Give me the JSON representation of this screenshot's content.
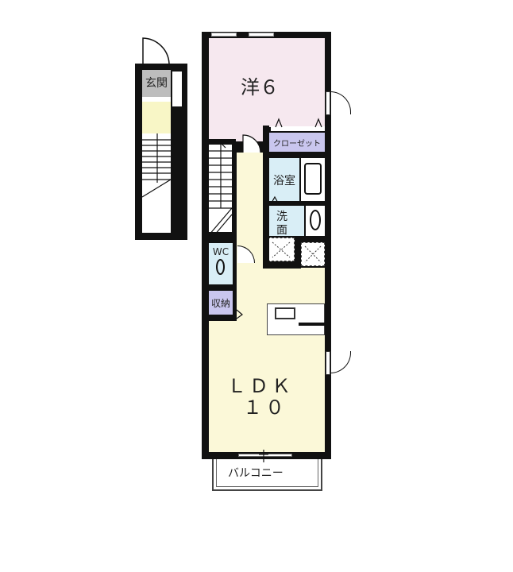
{
  "colors": {
    "wall": "#111111",
    "western_room": "#f6e8ef",
    "ldk": "#fbf8d8",
    "wet_area": "#d9eef6",
    "closet": "#c9c6ee",
    "entrance": "#bdbdbd",
    "hall": "#f8f6c6",
    "white": "#ffffff"
  },
  "rooms": {
    "western": {
      "label": "洋６"
    },
    "closet": {
      "label": "クローゼット"
    },
    "bath": {
      "label": "浴室"
    },
    "washroom": {
      "label_line1": "洗",
      "label_line2": "面"
    },
    "wc": {
      "label": "WC"
    },
    "storage": {
      "label": "収納"
    },
    "ldk": {
      "label_line1": "ＬＤＫ",
      "label_line2": "１０"
    },
    "balcony": {
      "label": "バルコニー"
    },
    "entrance": {
      "label": "玄関"
    }
  }
}
